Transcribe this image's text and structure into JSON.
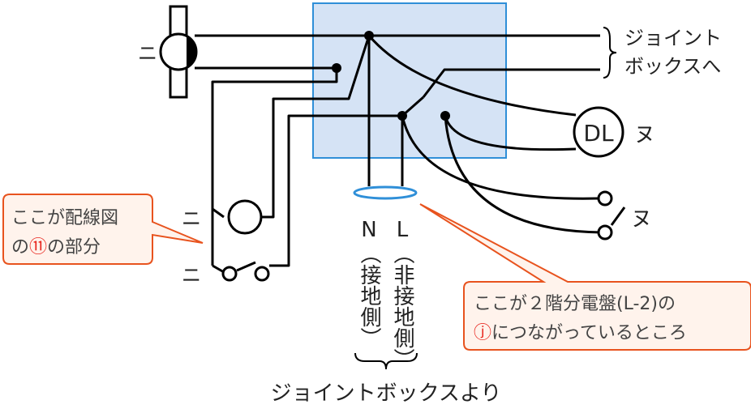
{
  "colors": {
    "box_fill": "#d5e3f5",
    "box_stroke": "#2f8fd8",
    "wire": "#000000",
    "callout_fill": "#fff3ec",
    "callout_stroke": "#e8531e",
    "highlight_text": "#e8261e",
    "ring": "#2f8fd8"
  },
  "labels": {
    "joint_box_to_line1": "ジョイント",
    "joint_box_to_line2": "ボックスへ",
    "dl": "DL",
    "nu_top": "ヌ",
    "nu_bottom": "ヌ",
    "ni_1": "ニ",
    "ni_2": "ニ",
    "ni_3": "ニ",
    "n_label": "N",
    "n_side": "（接地側）",
    "l_label": "L",
    "l_side": "（非接地側）",
    "from_joint_box": "ジョイントボックスより"
  },
  "callout_left": {
    "line1": "ここが配線図",
    "line2_prefix": "の",
    "line2_mark": "⑪",
    "line2_suffix": "の部分"
  },
  "callout_right": {
    "line1": "ここが２階分電盤(L-2)の",
    "line2_mark": "ⓙ",
    "line2_suffix": "につながっているところ"
  }
}
